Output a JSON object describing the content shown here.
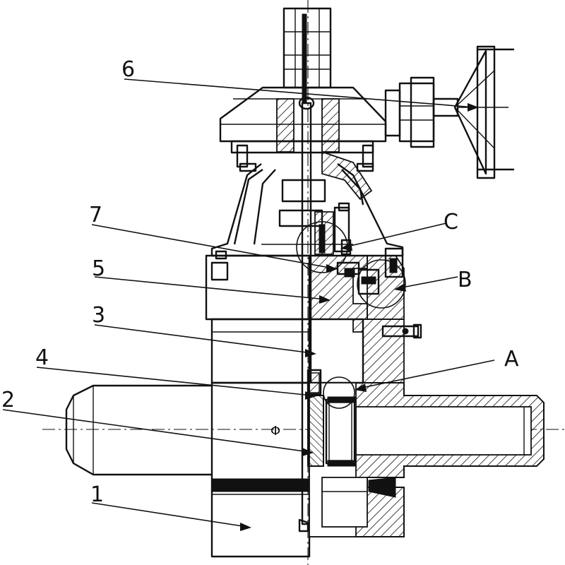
{
  "figure": {
    "type": "gate valve cross-section drawing",
    "line_color": "#111111",
    "hatch_color": "#111111",
    "background": "#ffffff"
  },
  "callouts": {
    "c1": "1",
    "c2": "2",
    "c3": "3",
    "c4": "4",
    "c5": "5",
    "c6": "6",
    "c7": "7",
    "cA": "A",
    "cB": "B",
    "cC": "C"
  },
  "symbols": {
    "diameter": "Φ"
  }
}
